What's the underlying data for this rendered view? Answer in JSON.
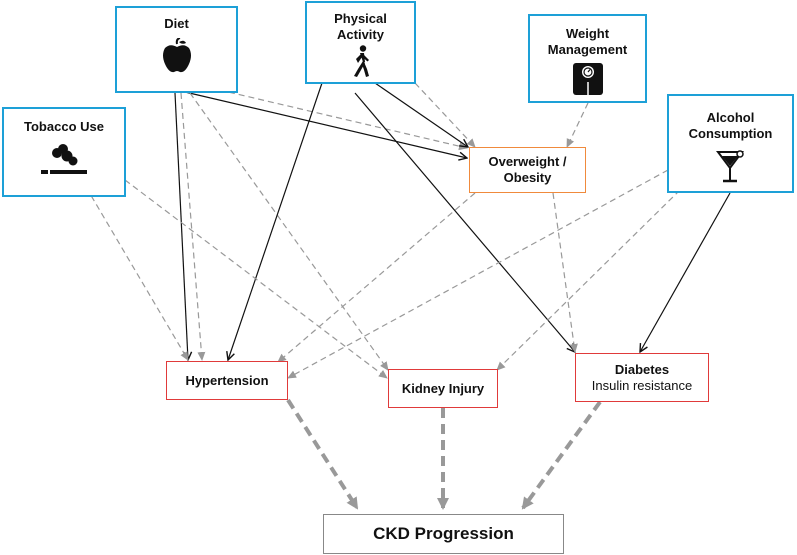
{
  "nodes": {
    "diet": {
      "label": "Diet",
      "icon": "apple-icon"
    },
    "physical_activity": {
      "label": "Physical Activity",
      "icon": "walking-person-icon"
    },
    "weight_management": {
      "label": "Weight Management",
      "icon": "scale-icon"
    },
    "tobacco_use": {
      "label": "Tobacco Use",
      "icon": "cigarette-icon"
    },
    "alcohol_consumption": {
      "label": "Alcohol Consumption",
      "icon": "cocktail-glass-icon"
    },
    "overweight_obesity": {
      "label": "Overweight / Obesity"
    },
    "hypertension": {
      "label": "Hypertension"
    },
    "kidney_injury": {
      "label": "Kidney Injury"
    },
    "diabetes": {
      "label": "Diabetes",
      "sublabel": "Insulin resistance"
    },
    "ckd_progression": {
      "label": "CKD Progression"
    }
  },
  "legend_colors": {
    "behavior_border": "#1da0d7",
    "outcome_border": "#e03a3a",
    "obesity_border": "#f08a3c",
    "ckd_border": "#888888",
    "direct_edge": "#111111",
    "indirect_edge": "#999999"
  },
  "edges": [
    {
      "from": "diet",
      "to": "hypertension",
      "style": "solid"
    },
    {
      "from": "diet",
      "to": "hypertension",
      "style": "dashed"
    },
    {
      "from": "diet",
      "to": "overweight_obesity",
      "style": "solid"
    },
    {
      "from": "diet",
      "to": "overweight_obesity",
      "style": "dashed"
    },
    {
      "from": "diet",
      "to": "kidney_injury",
      "style": "dashed"
    },
    {
      "from": "physical_activity",
      "to": "hypertension",
      "style": "solid"
    },
    {
      "from": "physical_activity",
      "to": "overweight_obesity",
      "style": "solid"
    },
    {
      "from": "physical_activity",
      "to": "overweight_obesity",
      "style": "dashed"
    },
    {
      "from": "physical_activity",
      "to": "diabetes",
      "style": "solid"
    },
    {
      "from": "weight_management",
      "to": "overweight_obesity",
      "style": "dashed"
    },
    {
      "from": "tobacco_use",
      "to": "hypertension",
      "style": "dashed"
    },
    {
      "from": "tobacco_use",
      "to": "kidney_injury",
      "style": "dashed"
    },
    {
      "from": "alcohol_consumption",
      "to": "hypertension",
      "style": "dashed"
    },
    {
      "from": "alcohol_consumption",
      "to": "kidney_injury",
      "style": "dashed"
    },
    {
      "from": "alcohol_consumption",
      "to": "diabetes",
      "style": "solid"
    },
    {
      "from": "overweight_obesity",
      "to": "diabetes",
      "style": "dashed"
    },
    {
      "from": "hypertension",
      "to": "ckd_progression",
      "style": "thick-dashed"
    },
    {
      "from": "kidney_injury",
      "to": "ckd_progression",
      "style": "thick-dashed"
    },
    {
      "from": "diabetes",
      "to": "ckd_progression",
      "style": "thick-dashed"
    }
  ]
}
